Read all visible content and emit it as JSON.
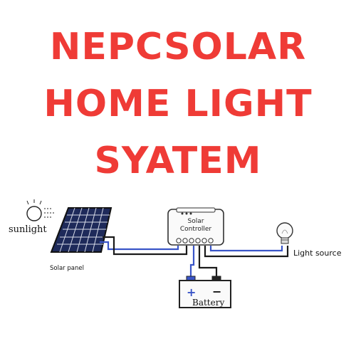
{
  "title": {
    "lines": [
      "NEPCSOLAR",
      "HOME LIGHT",
      "SYATEM"
    ],
    "color": "#ef3b36"
  },
  "diagram": {
    "sunlight_label": "sunlight",
    "solar_panel_label": "Solar panel",
    "controller_label_line1": "Solar",
    "controller_label_line2": "Controller",
    "battery_label": "Battery",
    "battery_plus": "+",
    "battery_minus": "−",
    "light_source_label": "Light source",
    "wire_colors": {
      "positive": "#3a55c8",
      "negative": "#1a1a1a"
    },
    "icons": [
      "sun-icon",
      "solar-panel-icon",
      "controller-icon",
      "battery-icon",
      "light-bulb-icon"
    ]
  }
}
